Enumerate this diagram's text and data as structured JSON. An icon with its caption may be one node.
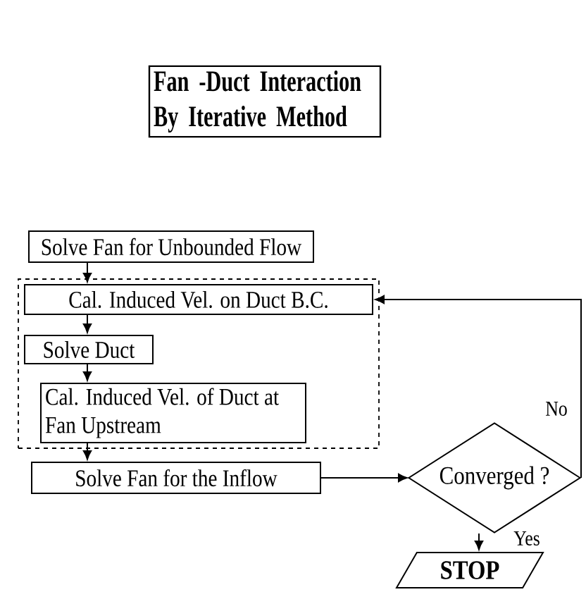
{
  "diagram": {
    "title": "Fan -Duct Interaction By Iterative Method",
    "nodes": [
      {
        "text": [
          "Solve Fan for Unbounded Flow"
        ]
      },
      {
        "text": [],
        "shape": "box"
      },
      {
        "text": [
          "Cal. Induced Vel. on Duct B.C."
        ],
        "in": 1
      },
      {
        "text": [
          "Solve Duct"
        ],
        "in": 1
      },
      {
        "text": [
          "Cal. Induced Vel. of Duct at Fan Upstream"
        ],
        "in": 1
      },
      {
        "text": [
          "Solve Fan for the Inflow"
        ]
      },
      {
        "text": [
          "Converged ?"
        ]
      },
      {
        "text": [
          "STOP"
        ]
      }
    ],
    "edges": [
      {
        "from": 0,
        "to": 2,
        "arrow": "to"
      },
      {
        "from": 2,
        "to": 3,
        "arrow": "to"
      },
      {
        "from": 3,
        "to": 4,
        "arrow": "to"
      },
      {
        "from": 4,
        "to": 5,
        "arrow": "to"
      },
      {
        "from": 5,
        "to": 6,
        "arrow": "to"
      },
      {
        "from": 6,
        "to": 2,
        "arrow": "to",
        "label": "No"
      },
      {
        "from": 6,
        "to": 7,
        "arrow": "to",
        "label": "Yes"
      }
    ]
  }
}
